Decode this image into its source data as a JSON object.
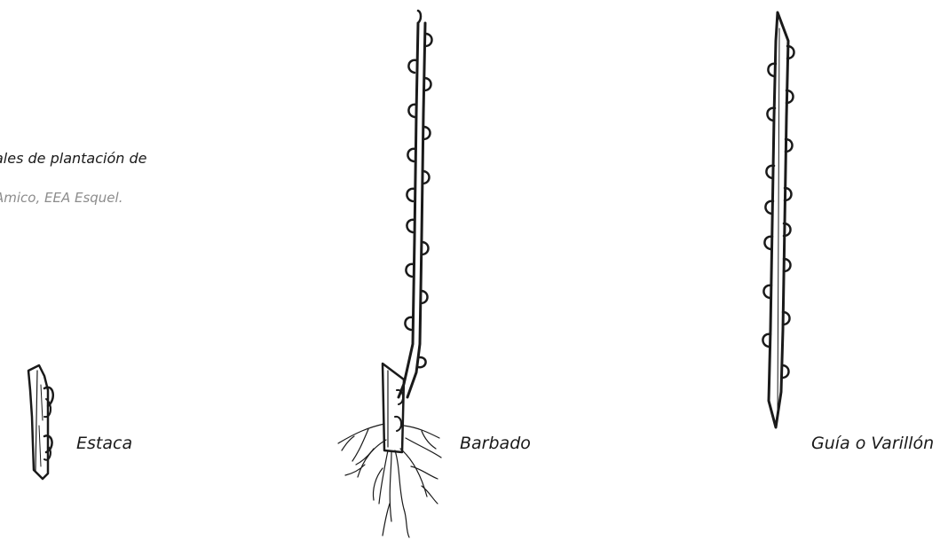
{
  "caption": {
    "line1": "ales de plantación de",
    "line2": ".",
    "line3": "Amico, EEA Esquel."
  },
  "labels": {
    "estaca": "Estaca",
    "barbado": "Barbado",
    "guia": "Guía o Varillón"
  },
  "colors": {
    "ink": "#1a1a1a",
    "caption_grey": "#8c8c8c",
    "background": "#ffffff"
  },
  "icons": [
    "estaca-cutting-illustration",
    "barbado-rooted-cutting-illustration",
    "guia-varillon-rod-illustration"
  ]
}
